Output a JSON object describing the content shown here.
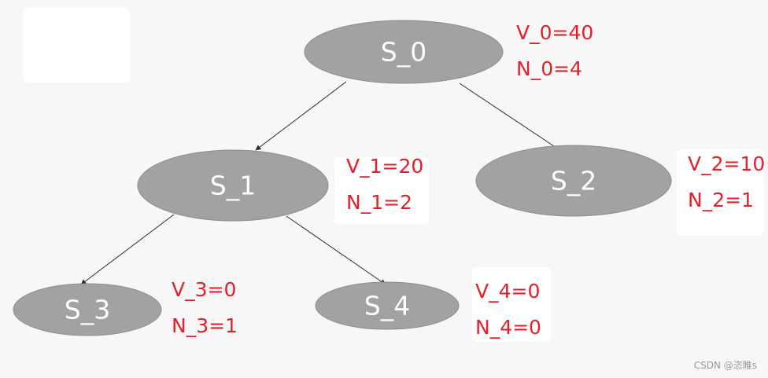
{
  "nodes": [
    {
      "id": "S_0",
      "label": "S_0",
      "value": "V_0=40",
      "count": "N_0=4"
    },
    {
      "id": "S_1",
      "label": "S_1",
      "value": "V_1=20",
      "count": "N_1=2"
    },
    {
      "id": "S_2",
      "label": "S_2",
      "value": "V_2=10",
      "count": "N_2=1"
    },
    {
      "id": "S_3",
      "label": "S_3",
      "value": "V_3=0",
      "count": "N_3=1"
    },
    {
      "id": "S_4",
      "label": "S_4",
      "value": "V_4=0",
      "count": "N_4=0"
    }
  ],
  "edges": [
    {
      "from": "S_0",
      "to": "S_1"
    },
    {
      "from": "S_0",
      "to": "S_2"
    },
    {
      "from": "S_1",
      "to": "S_3"
    },
    {
      "from": "S_1",
      "to": "S_4"
    }
  ],
  "colors": {
    "node_fill": "#a2a2a2",
    "node_stroke": "#8c8c8c",
    "node_text": "#ffffff",
    "stat_text": "#e3202a",
    "edge": "#2a2a2a"
  },
  "watermark": "CSDN @恣睢s"
}
